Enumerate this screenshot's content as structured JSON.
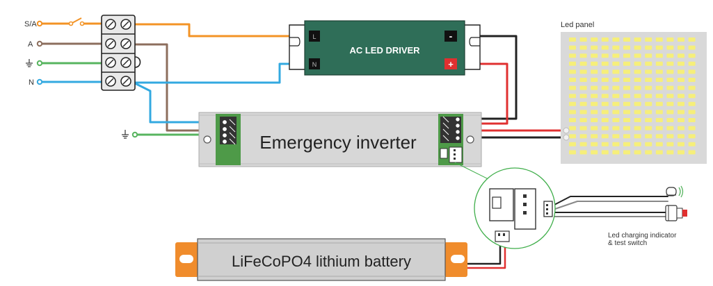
{
  "terminals": {
    "sa": "S/A",
    "a": "A",
    "n": "N"
  },
  "driver": {
    "title": "AC LED DRIVER",
    "l": "L",
    "n": "N",
    "minus": "-",
    "plus": "+"
  },
  "inverter": {
    "title": "Emergency inverter"
  },
  "panel": {
    "label": "Led panel"
  },
  "battery": {
    "title": "LiFeCoPO4 lithium battery"
  },
  "indicator": {
    "line1": "Led charging indicator",
    "line2": "& test switch"
  },
  "colors": {
    "switched_live": "#f39325",
    "live": "#8c6e5d",
    "earth": "#57b45f",
    "neutral": "#33a9e0",
    "positive": "#e03030",
    "negative": "#222222",
    "driver_body": "#2f6e58",
    "inverter_body": "#d7d7d7",
    "panel_body": "#d9d9d9",
    "led": "#f6ef7a",
    "battery_body": "#d0d0d0",
    "battery_cap": "#f08c2c",
    "magnifier_ring": "#3fae4a"
  }
}
